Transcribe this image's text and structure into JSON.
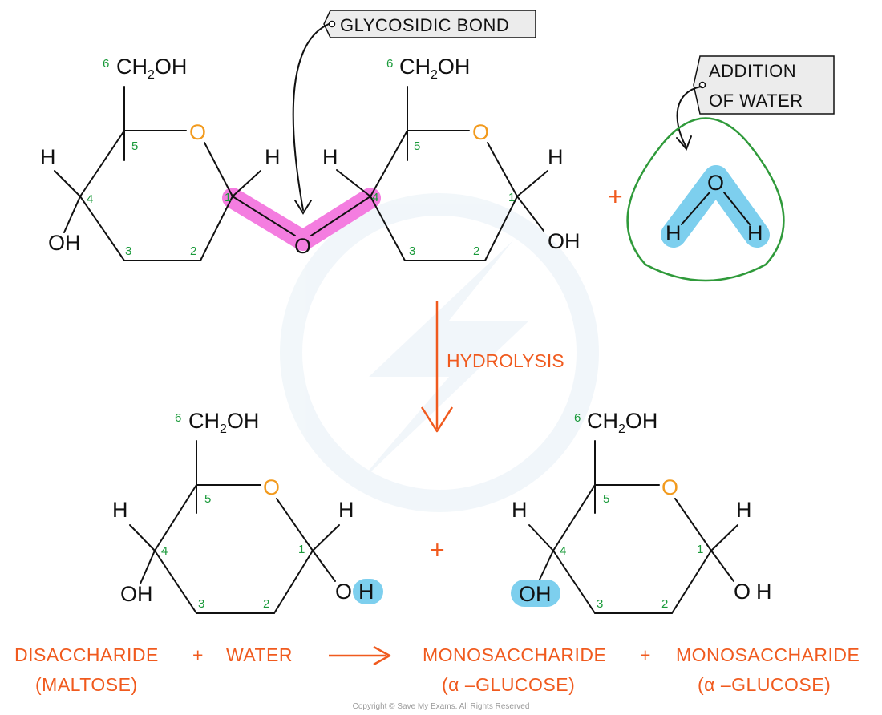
{
  "labels": {
    "glycosidic_bond": "GLYCOSIDIC BOND",
    "addition_line1": "ADDITION",
    "addition_line2": "OF WATER",
    "hydrolysis": "HYDROLYSIS",
    "plus": "+"
  },
  "atoms": {
    "ch2": "CH",
    "sub2": "2",
    "oh_tail": "OH",
    "o": "O",
    "h": "H",
    "oh": "OH",
    "o_only": "O"
  },
  "carbon_numbers": [
    "1",
    "2",
    "3",
    "4",
    "5",
    "6"
  ],
  "equation": {
    "left_term": "DISACCHARIDE",
    "left_note": "(MALTOSE)",
    "plus1": "+",
    "water": "WATER",
    "product1": "MONOSACCHARIDE",
    "product1_note": "(α –GLUCOSE)",
    "plus2": "+",
    "product2": "MONOSACCHARIDE",
    "product2_note": "(α –GLUCOSE)"
  },
  "footer": {
    "copyright": "Copyright © Save My Exams. All Rights Reserved"
  },
  "colors": {
    "highlight_bond": "#f47de0",
    "highlight_water": "#7dcfee",
    "oxygen": "#f29a1d",
    "label_orange": "#f05a1e",
    "carbon_number_green": "#1a9a3a",
    "outline_green": "#2f9a3a"
  }
}
